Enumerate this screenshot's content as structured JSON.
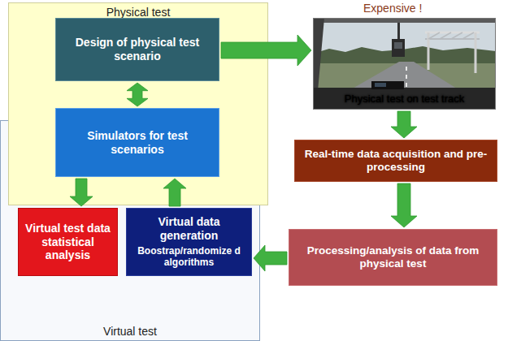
{
  "diagram": {
    "nodes": [
      {
        "text": [
          "Physical test"
        ]
      },
      {
        "text": [
          "Design of physical test scenario"
        ],
        "in": 0
      },
      {
        "text": [
          "Simulators for test scenarios"
        ],
        "in": 0
      },
      {
        "text": [
          "Physical test on test track"
        ]
      },
      {
        "text": [
          "Real-time data acquisition and pre-processing"
        ]
      },
      {
        "text": [
          "Virtual test"
        ]
      },
      {
        "text": [
          "Virtual test data statistical analysis"
        ],
        "in": 5
      },
      {
        "text": [
          "Virtual data generation",
          "Boostrap/randomize d algorithms"
        ],
        "in": 5
      },
      {
        "text": [
          "Processing/analysis of data from physical test"
        ]
      }
    ],
    "edges": [
      {
        "from": 1,
        "to": 2,
        "arrow": "both"
      },
      {
        "from": 1,
        "to": 3,
        "arrow": "to"
      },
      {
        "from": 3,
        "to": 4,
        "arrow": "to"
      },
      {
        "from": 4,
        "to": 8,
        "arrow": "to"
      },
      {
        "from": 8,
        "to": 7,
        "arrow": "to"
      },
      {
        "from": 2,
        "to": 6,
        "arrow": "to"
      },
      {
        "from": 7,
        "to": 2,
        "arrow": "to"
      }
    ],
    "labels": [
      "Expensive !"
    ]
  }
}
